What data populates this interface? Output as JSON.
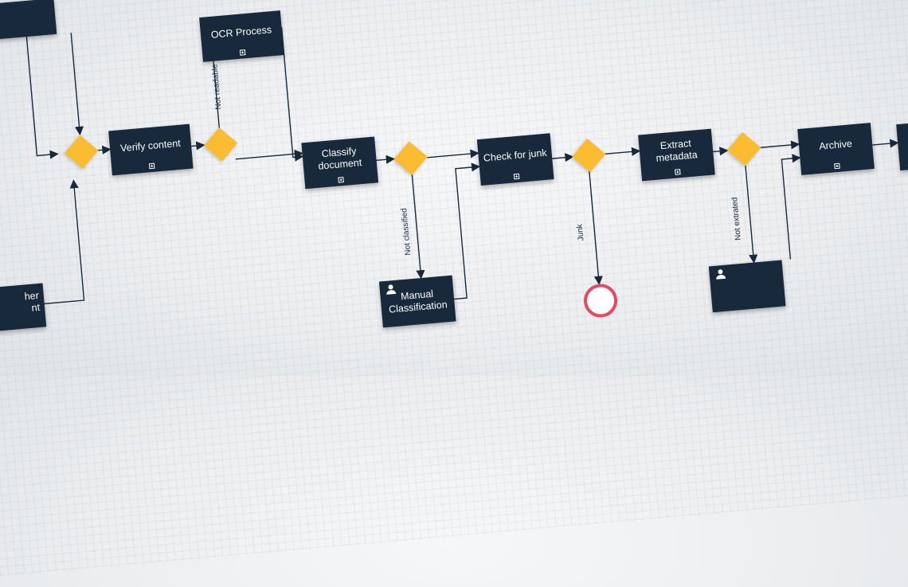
{
  "tasks": {
    "ocr_process": "OCR Process",
    "verify_content": "Verify content",
    "classify_document": "Classify\ndocument",
    "check_for_junk": "Check for junk",
    "extract_metadata": "Extract\nmetadata",
    "archive": "Archive",
    "manual_classification": "Manual\nClassification",
    "partial_left": "her\nnt"
  },
  "edge_labels": {
    "not_readable": "Not readable",
    "not_classified": "Not classified",
    "junk": "Junk",
    "not_extracted": "Not extrated"
  },
  "colors": {
    "task": "#17293a",
    "gateway": "#fbbc31",
    "end_event": "#e74862",
    "edge": "#17293a"
  },
  "icons": {
    "subprocess_marker": "plus-square-icon",
    "user_task_marker": "user-icon"
  }
}
